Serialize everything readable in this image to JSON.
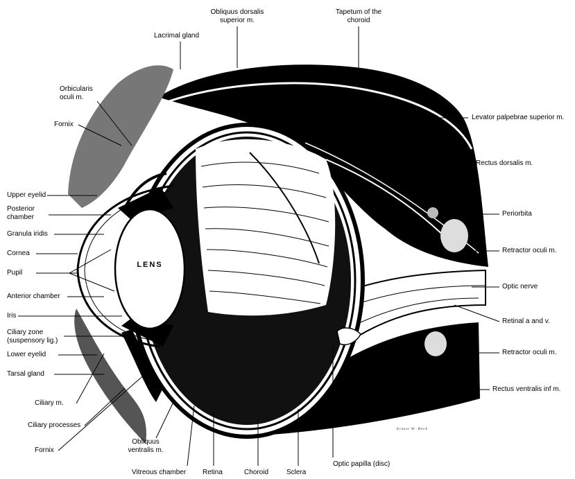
{
  "labels": {
    "obliquus_dorsalis": "Obliquus dorsalis\nsuperior m.",
    "tapetum": "Tapetum of the\nchoroid",
    "lacrimal_gland": "Lacrimal gland",
    "orbicularis": "Orbicularis\noculi m.",
    "fornix_upper": "Fornix",
    "upper_eyelid": "Upper eyelid",
    "posterior_chamber": "Posterior\nchamber",
    "granula_iridis": "Granula iridis",
    "cornea": "Cornea",
    "pupil": "Pupil",
    "anterior_chamber": "Anterior chamber",
    "iris": "Iris",
    "ciliary_zone": "Ciliary zone\n(suspensory lig.)",
    "lower_eyelid": "Lower eyelid",
    "tarsal_gland": "Tarsal gland",
    "ciliary_m": "Ciliary m.",
    "ciliary_processes": "Ciliary processes",
    "fornix_lower": "Fornix",
    "obliquus_ventralis": "Obliquus\nventralis m.",
    "vitreous_chamber": "Vitreous chamber",
    "retina": "Retina",
    "choroid": "Choroid",
    "sclera": "Sclera",
    "optic_papilla": "Optic papilla (disc)",
    "levator": "Levator palpebrae superior m.",
    "rectus_dorsalis": "Rectus dorsalis m.",
    "periorbita": "Periorbita",
    "retractor_upper": "Retractor oculi m.",
    "optic_nerve": "Optic nerve",
    "retinal_av": "Retinal a and v.",
    "retractor_lower": "Retractor oculi m.",
    "rectus_ventralis": "Rectus ventralis inf m.",
    "lens": "LENS"
  },
  "signature": "Ernest W. Beck"
}
